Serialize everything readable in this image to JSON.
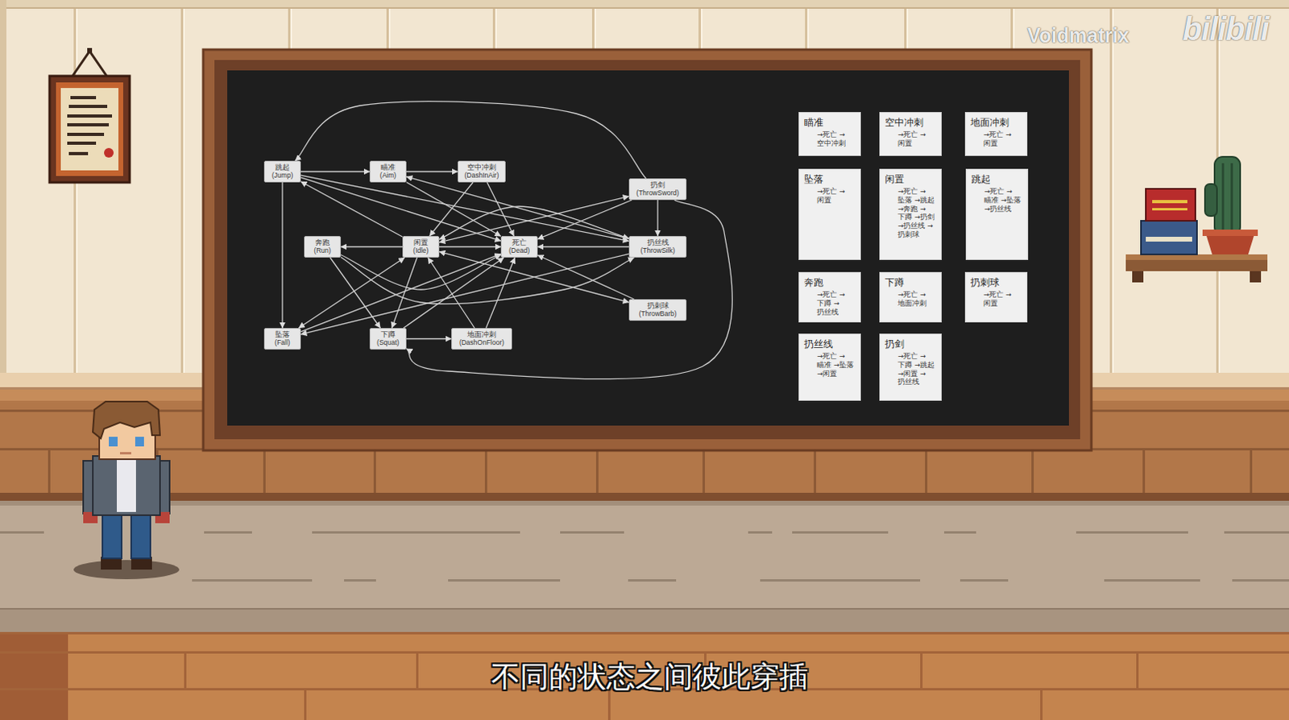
{
  "diagram": {
    "caption": "不同的状态之间彼此穿插",
    "nodes": [
      {
        "text": [
          "跳起",
          "(Jump)"
        ]
      },
      {
        "text": [
          "瞄准",
          "(Aim)"
        ]
      },
      {
        "text": [
          "空中冲刺",
          "(DashInAir)"
        ]
      },
      {
        "text": [
          "扔剑",
          "(ThrowSword)"
        ]
      },
      {
        "text": [
          "奔跑",
          "(Run)"
        ]
      },
      {
        "text": [
          "闲置",
          "(Idle)"
        ]
      },
      {
        "text": [
          "死亡",
          "(Dead)"
        ]
      },
      {
        "text": [
          "扔丝线",
          "(ThrowSilk)"
        ]
      },
      {
        "text": [
          "扔刺球",
          "(ThrowBarb)"
        ]
      },
      {
        "text": [
          "坠落",
          "(Fall)"
        ]
      },
      {
        "text": [
          "下蹲",
          "(Squat)"
        ]
      },
      {
        "text": [
          "地面冲刺",
          "(DashOnFloor)"
        ]
      },
      {
        "text": [
          "瞄准",
          "→死亡 →空中冲刺"
        ]
      },
      {
        "text": [
          "空中冲刺",
          "→死亡 →闲置"
        ]
      },
      {
        "text": [
          "地面冲刺",
          "→死亡 →闲置"
        ]
      },
      {
        "text": [
          "坠落",
          "→死亡 →闲置"
        ]
      },
      {
        "text": [
          "闲置",
          "→死亡 →坠落 →跳起 →奔跑 →下蹲 →扔剑 →扔丝线 →扔刺球"
        ]
      },
      {
        "text": [
          "跳起",
          "→死亡 →瞄准 →坠落 →扔丝线"
        ]
      },
      {
        "text": [
          "奔跑",
          "→死亡 →下蹲 →扔丝线"
        ]
      },
      {
        "text": [
          "下蹲",
          "→死亡 →地面冲刺"
        ]
      },
      {
        "text": [
          "扔刺球",
          "→死亡 →闲置"
        ]
      },
      {
        "text": [
          "扔丝线",
          "→死亡 →瞄准 →坠落 →闲置"
        ]
      },
      {
        "text": [
          "扔剑",
          "→死亡 →下蹲 →跳起 →闲置 →扔丝线"
        ]
      }
    ],
    "edges": [
      {
        "from": 0,
        "to": 6,
        "arrow": "to"
      },
      {
        "from": 1,
        "to": 6,
        "arrow": "to"
      },
      {
        "from": 2,
        "to": 6,
        "arrow": "to"
      },
      {
        "from": 3,
        "to": 6,
        "arrow": "to"
      },
      {
        "from": 4,
        "to": 6,
        "arrow": "to"
      },
      {
        "from": 5,
        "to": 6,
        "arrow": "to"
      },
      {
        "from": 7,
        "to": 6,
        "arrow": "to"
      },
      {
        "from": 8,
        "to": 6,
        "arrow": "to"
      },
      {
        "from": 9,
        "to": 6,
        "arrow": "to"
      },
      {
        "from": 10,
        "to": 6,
        "arrow": "to"
      },
      {
        "from": 11,
        "to": 6,
        "arrow": "to"
      },
      {
        "from": 1,
        "to": 2,
        "arrow": "to"
      },
      {
        "from": 2,
        "to": 5,
        "arrow": "to"
      },
      {
        "from": 11,
        "to": 5,
        "arrow": "to"
      },
      {
        "from": 5,
        "to": 9,
        "arrow": "both"
      },
      {
        "from": 5,
        "to": 0,
        "arrow": "to"
      },
      {
        "from": 5,
        "to": 4,
        "arrow": "to"
      },
      {
        "from": 5,
        "to": 10,
        "arrow": "to"
      },
      {
        "from": 5,
        "to": 3,
        "arrow": "both"
      },
      {
        "from": 5,
        "to": 7,
        "arrow": "both"
      },
      {
        "from": 5,
        "to": 8,
        "arrow": "both"
      },
      {
        "from": 0,
        "to": 1,
        "arrow": "to"
      },
      {
        "from": 0,
        "to": 9,
        "arrow": "to"
      },
      {
        "from": 0,
        "to": 7,
        "arrow": "to"
      },
      {
        "from": 4,
        "to": 10,
        "arrow": "to"
      },
      {
        "from": 4,
        "to": 7,
        "arrow": "to"
      },
      {
        "from": 10,
        "to": 11,
        "arrow": "to"
      },
      {
        "from": 7,
        "to": 1,
        "arrow": "to"
      },
      {
        "from": 7,
        "to": 9,
        "arrow": "to"
      },
      {
        "from": 3,
        "to": 10,
        "arrow": "to"
      },
      {
        "from": 3,
        "to": 0,
        "arrow": "to"
      },
      {
        "from": 3,
        "to": 7,
        "arrow": "to"
      }
    ],
    "labels": [
      "Voidmatrix",
      "bilibili"
    ]
  }
}
